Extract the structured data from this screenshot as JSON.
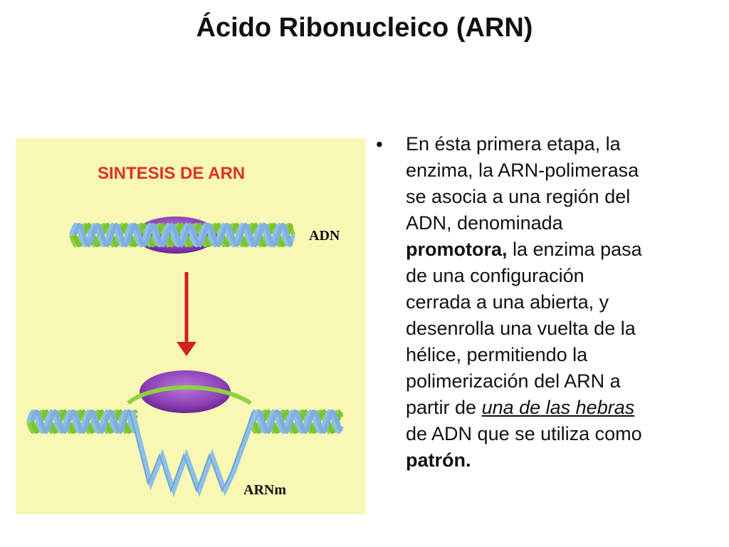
{
  "slide": {
    "title": "Ácido Ribonucleico (ARN)"
  },
  "figure": {
    "heading": "SINTESIS DE ARN",
    "label_dna": "ADN",
    "label_mrna": "ARNm",
    "colors": {
      "background": "#f8f7b4",
      "heading": "#e0302a",
      "strand_green": "#8fd13f",
      "strand_blue": "#8fbfe6",
      "enzyme": "#8e3fb8",
      "arrow": "#d21f1f"
    }
  },
  "bullet": {
    "lines": [
      "En ésta primera etapa, la",
      "enzima, la ARN-polimerasa",
      "se asocia a una región del",
      "ADN, denominada"
    ],
    "bold_promotora": "promotora,",
    "after_promotora": " la enzima pasa",
    "line6": "de una configuración",
    "line7": "cerrada a una abierta, y",
    "line8": "desenrolla una vuelta de la",
    "line9": "hélice, permitiendo la",
    "line10": "polimerización del ARN a",
    "partir_de": "partir de ",
    "underlined": "una de las hebras",
    "line12": "de ADN que se utiliza como",
    "bold_patron": "patrón."
  }
}
